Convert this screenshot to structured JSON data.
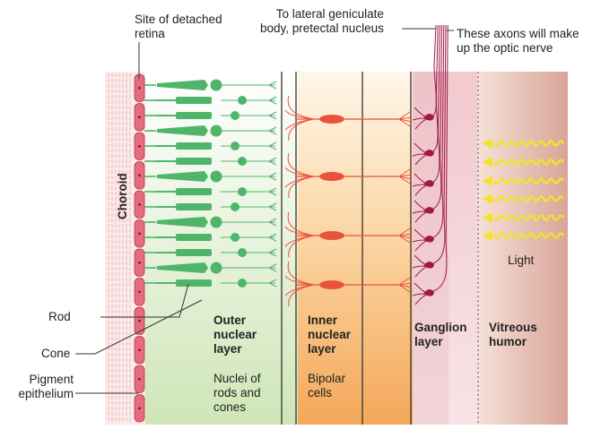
{
  "labels": {
    "site_detached": [
      "Site of detached",
      "retina"
    ],
    "lateral": [
      "To lateral geniculate",
      "body, pretectal nucleus"
    ],
    "axons": [
      "These axons will make",
      "up the optic nerve"
    ],
    "choroid": "Choroid",
    "rod": "Rod",
    "cone": "Cone",
    "pigment": [
      "Pigment",
      "epithelium"
    ],
    "outer_nuclear": [
      "Outer",
      "nuclear",
      "layer"
    ],
    "outer_desc": [
      "Nuclei of",
      "rods and",
      "cones"
    ],
    "inner_nuclear": [
      "Inner",
      "nuclear",
      "layer"
    ],
    "inner_desc": [
      "Bipolar",
      "cells"
    ],
    "ganglion": [
      "Ganglion",
      "layer"
    ],
    "vitreous": [
      "Vitreous",
      "humor"
    ],
    "light": "Light"
  },
  "colors": {
    "cell_green": "#4fb56a",
    "bipolar_red": "#e8533a",
    "ganglion_magenta": "#a0174a",
    "light_yellow": "#f3e32a",
    "choroid_pink": "#f4c9cc",
    "pigment_cell": "#e36d7a"
  }
}
